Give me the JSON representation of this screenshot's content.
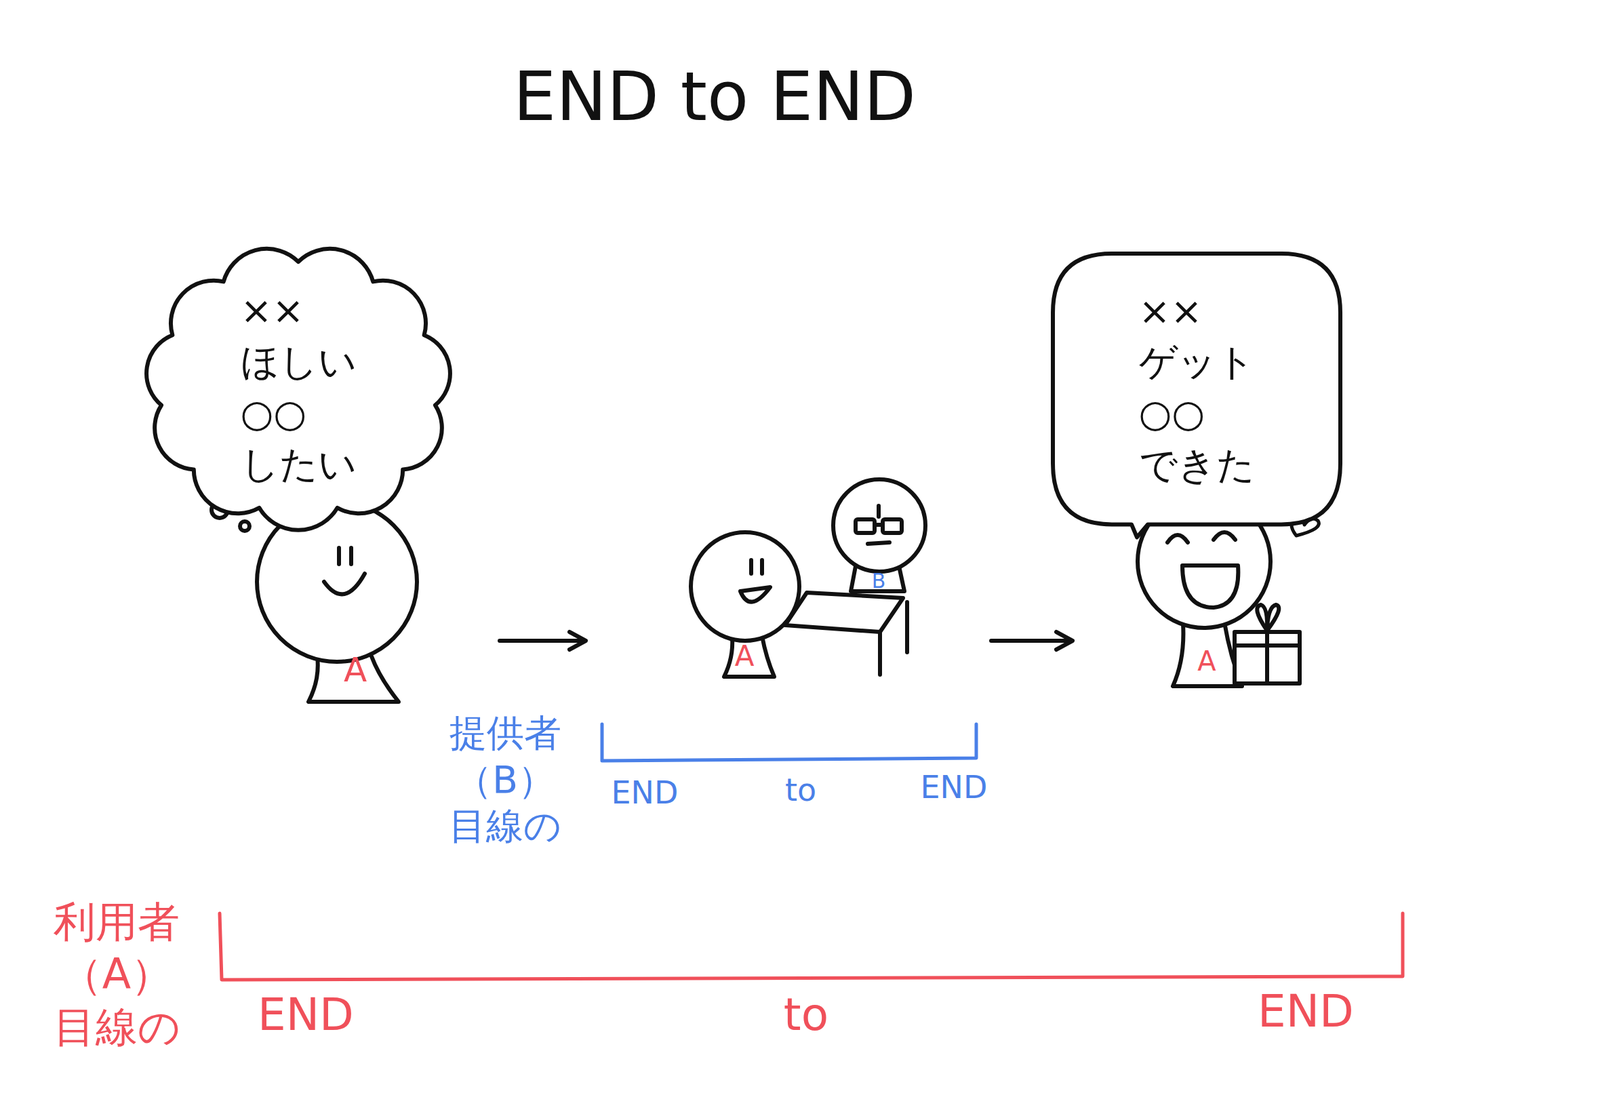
{
  "diagram": {
    "title": "END to END",
    "nodes": [
      {
        "text": [
          "××ほしい ○○したい"
        ]
      },
      {
        "text": [
          "××ゲット ○○できた"
        ]
      }
    ],
    "labels": [
      "A",
      "A",
      "B",
      "A",
      "提供者 （B） 目線の",
      "END",
      "to",
      "END",
      "利用者 （A） 目線の",
      "END",
      "to",
      "END"
    ]
  }
}
